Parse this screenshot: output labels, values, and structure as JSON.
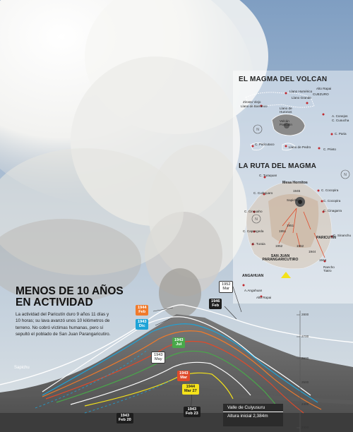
{
  "headline": {
    "line1": "MENOS DE 10 AÑOS",
    "line2": "EN ACTIVIDAD"
  },
  "intro": "La actividad del Paricutín duro 9 años 11 días y 10 horas; su lava avanzó unos 10 kilómetros de terreno. No cobró víctimas humanas, pero sí sepultó el poblado de San Juan Parangaricutiro.",
  "section_magma": "EL MAGMA DEL VOLCAN",
  "section_ruta": "LA RUTA DEL MAGMA",
  "map1_labels": [
    "Alto Rapai",
    "Llano Humérico",
    "Llano Grande",
    "CUEZURO",
    "Zirosto Viejo",
    "Llano de Barranco",
    "Llano de Huronos",
    "Volcán Paricutin",
    "A. Conejos",
    "C. Cuoucha",
    "C. Paricutaco",
    "Llano de Pedro",
    "C. Paria",
    "C. Prieto"
  ],
  "map2_labels": [
    "C. Turaquan",
    "Mesa Hornitos",
    "C. Cocopira",
    "C. Curitquaro",
    "1945",
    "Sapichu",
    "C. Cocopira",
    "C. Cinquaho",
    "C. Cinagarra",
    "1951",
    "1951",
    "C. Capaxgeda",
    "C. Turaia",
    "1952",
    "1952",
    "1944",
    "PARICUTÍN",
    "C. Sinanchu",
    "1944",
    "Rancho Tiatro",
    "SAN JUAN PARANGARICUTIRO",
    "ANGAHUAN",
    "A.Angahuan",
    "Alto Rapai"
  ],
  "map2_years": {
    "y1945": "1945",
    "y1951a": "1951",
    "y1951b": "1951",
    "y1952a": "1952",
    "y1952b": "1952",
    "y1944a": "1944",
    "y1944b": "1944"
  },
  "tags": {
    "t1944feb": {
      "year": "1944",
      "month": "Feb"
    },
    "t1943dic": {
      "year": "1943",
      "month": "Dic"
    },
    "t1943jul": {
      "year": "1943",
      "month": "Jul"
    },
    "t1943may": {
      "year": "1943",
      "month": "May"
    },
    "t1943mar": {
      "year": "1943",
      "month": "Mar"
    },
    "t1944mar": {
      "year": "1944",
      "month": "Mar 27"
    },
    "t1943feb20": {
      "year": "1943",
      "month": "Feb 20"
    },
    "t1943feb23": {
      "year": "1943",
      "month": "Feb 23"
    },
    "t1952mar": {
      "year": "1952",
      "month": "Mar"
    },
    "t1946feb": {
      "year": "1946",
      "month": "Feb"
    }
  },
  "sapichu": "Sapichu",
  "valle": {
    "name": "Valle de Cuiyusuru",
    "altura": "Altura inicial 2,384m"
  },
  "scale": [
    "2800",
    "2700",
    "2600",
    "2500",
    "2400",
    "2300"
  ],
  "colors": {
    "orange": "#f07a2b",
    "blue": "#1ea3d7",
    "green": "#49a84a",
    "yellow": "#f4e21a",
    "red": "#e04a2a",
    "white": "#ffffff",
    "black": "#1d1d1d"
  }
}
